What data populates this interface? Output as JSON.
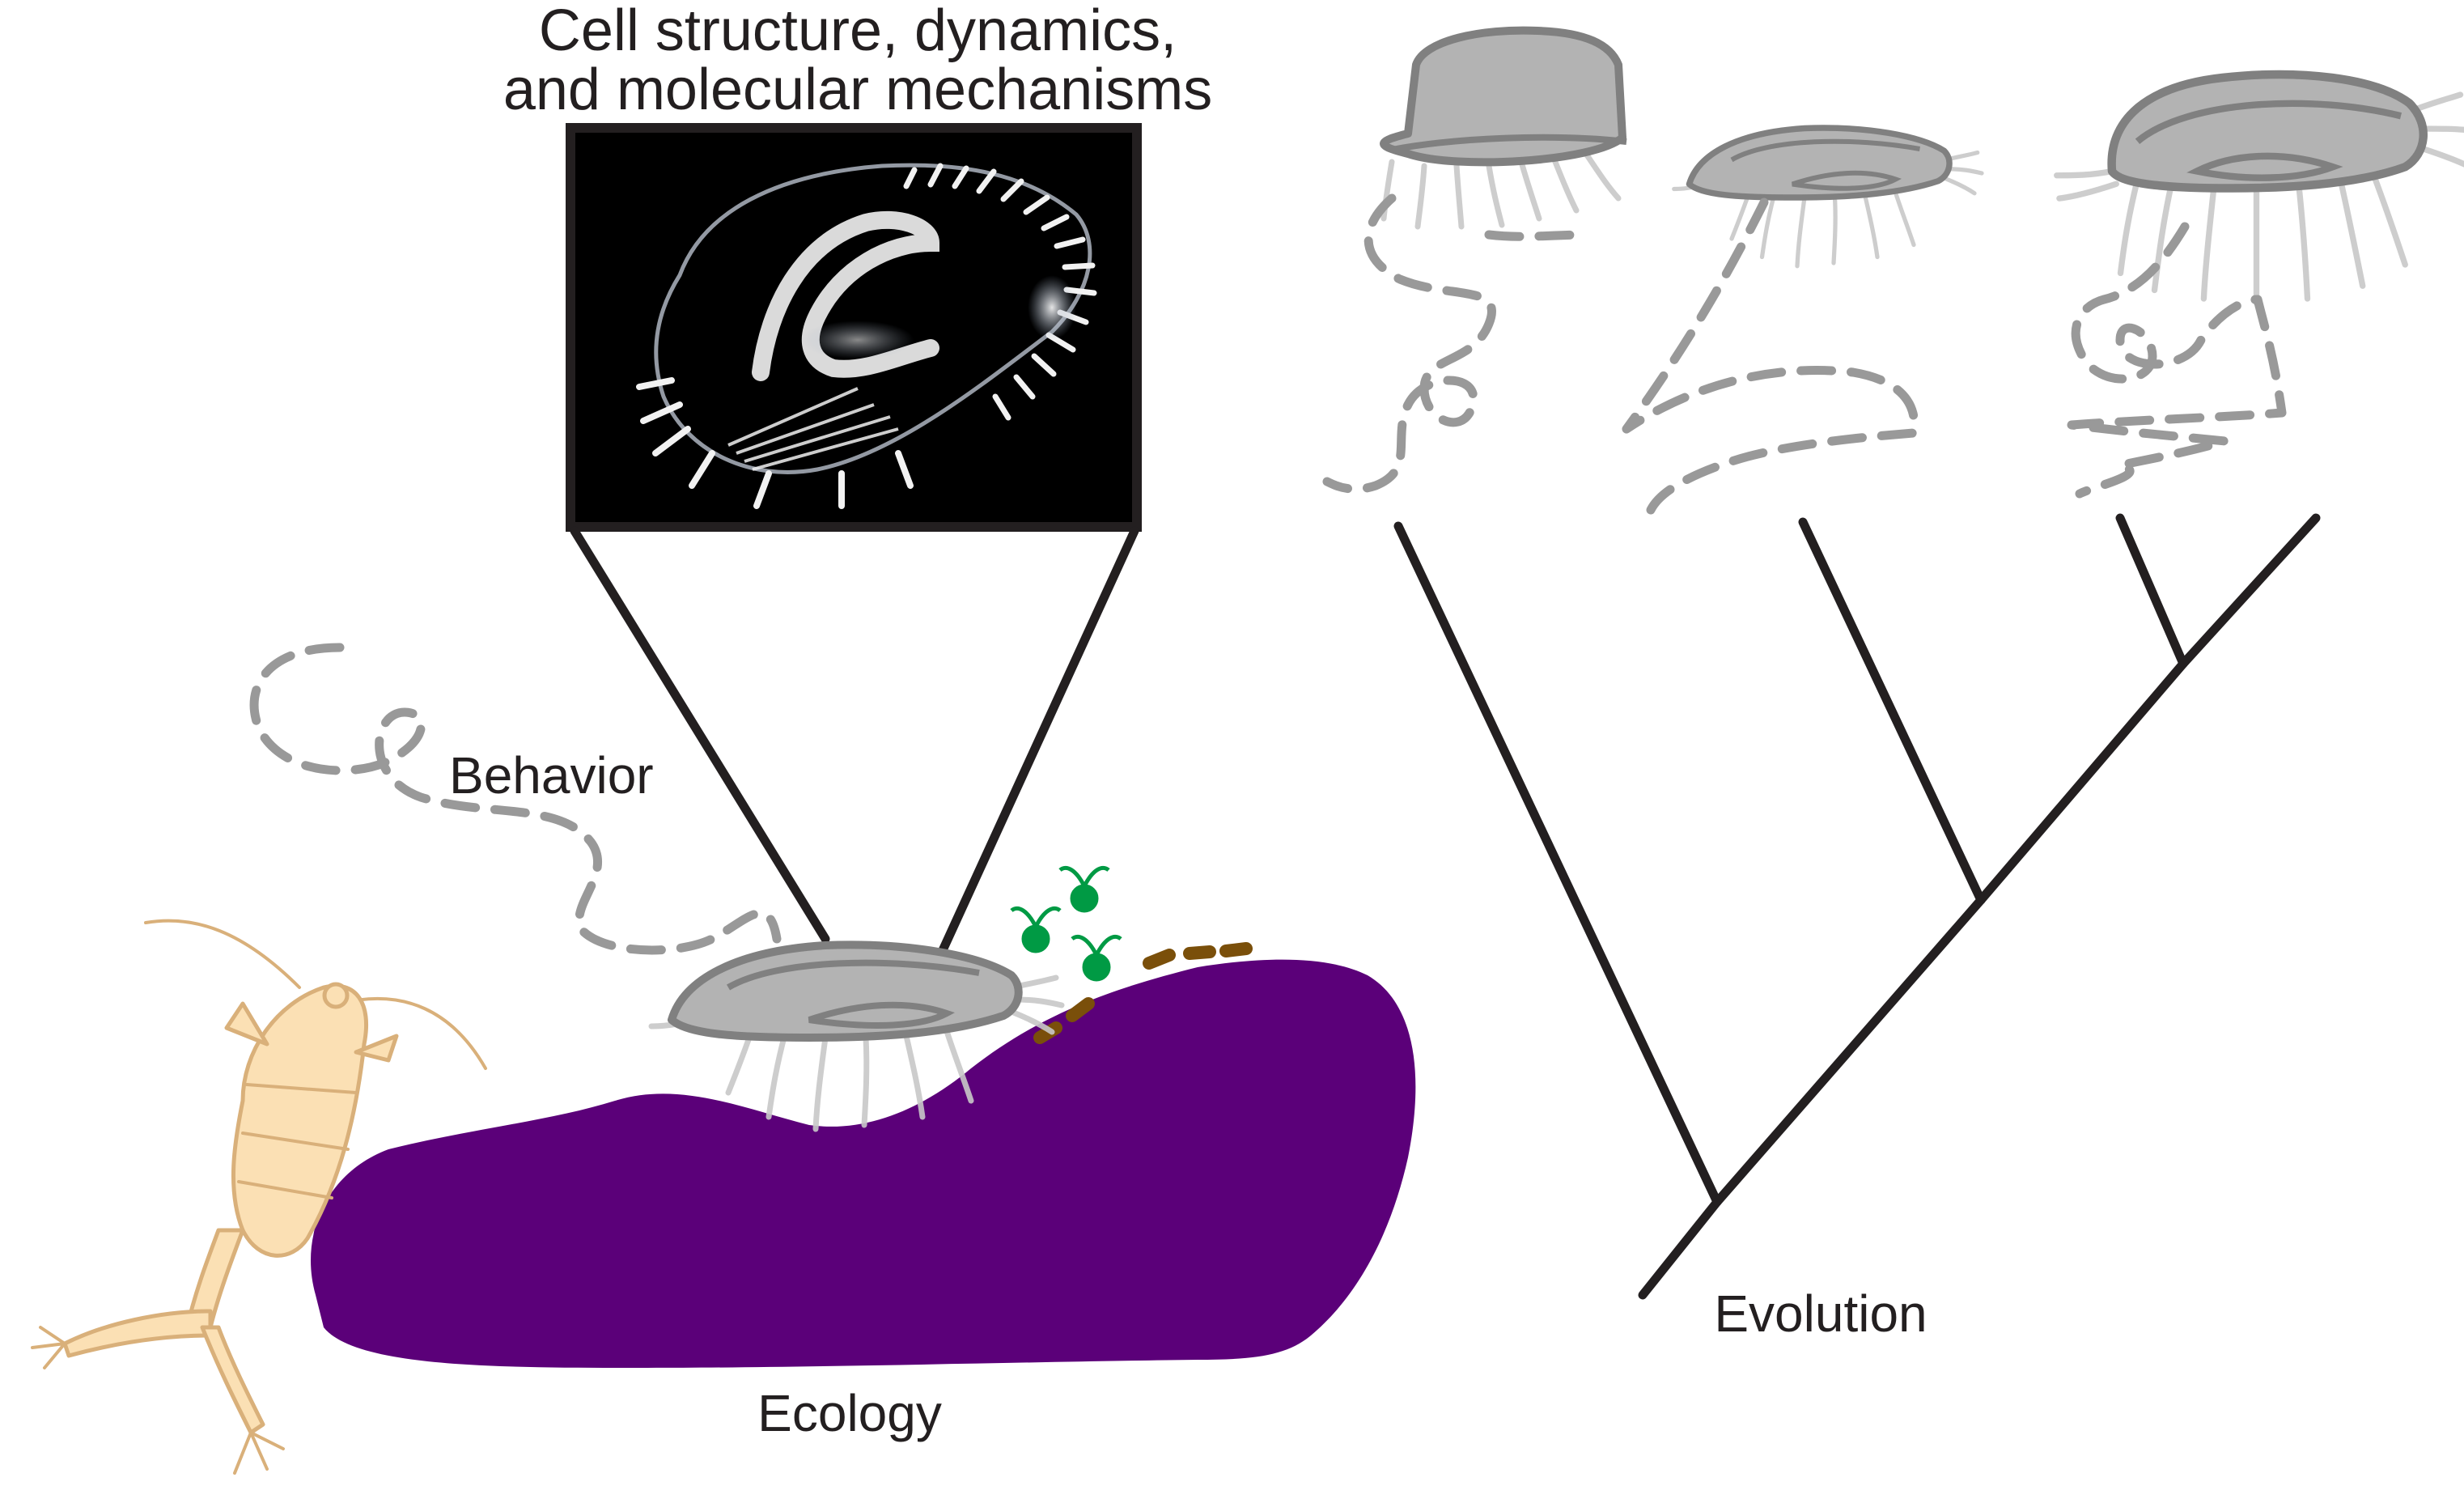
{
  "labels": {
    "title_line1": "Cell structure, dynamics,",
    "title_line2": "and molecular mechanisms",
    "behavior": "Behavior",
    "ecology": "Ecology",
    "evolution": "Evolution"
  },
  "colors": {
    "substrate": "#5b0079",
    "cell_fill": "#b3b3b3",
    "cell_outline": "#808080",
    "trail": "#999999",
    "tree": "#231f20",
    "algae": "#009a44",
    "bacteria": "#7a4f0a",
    "copepod": "#fbe0b4",
    "micrograph_bg": "#000000"
  },
  "icons": {
    "micrograph": "ciliate-micrograph",
    "organism": "ciliate-icon",
    "predator": "copepod-icon",
    "food_algae": "flagellate-alga-icon",
    "food_bacteria": "bacteria-icon",
    "tree": "phylogenetic-tree"
  }
}
